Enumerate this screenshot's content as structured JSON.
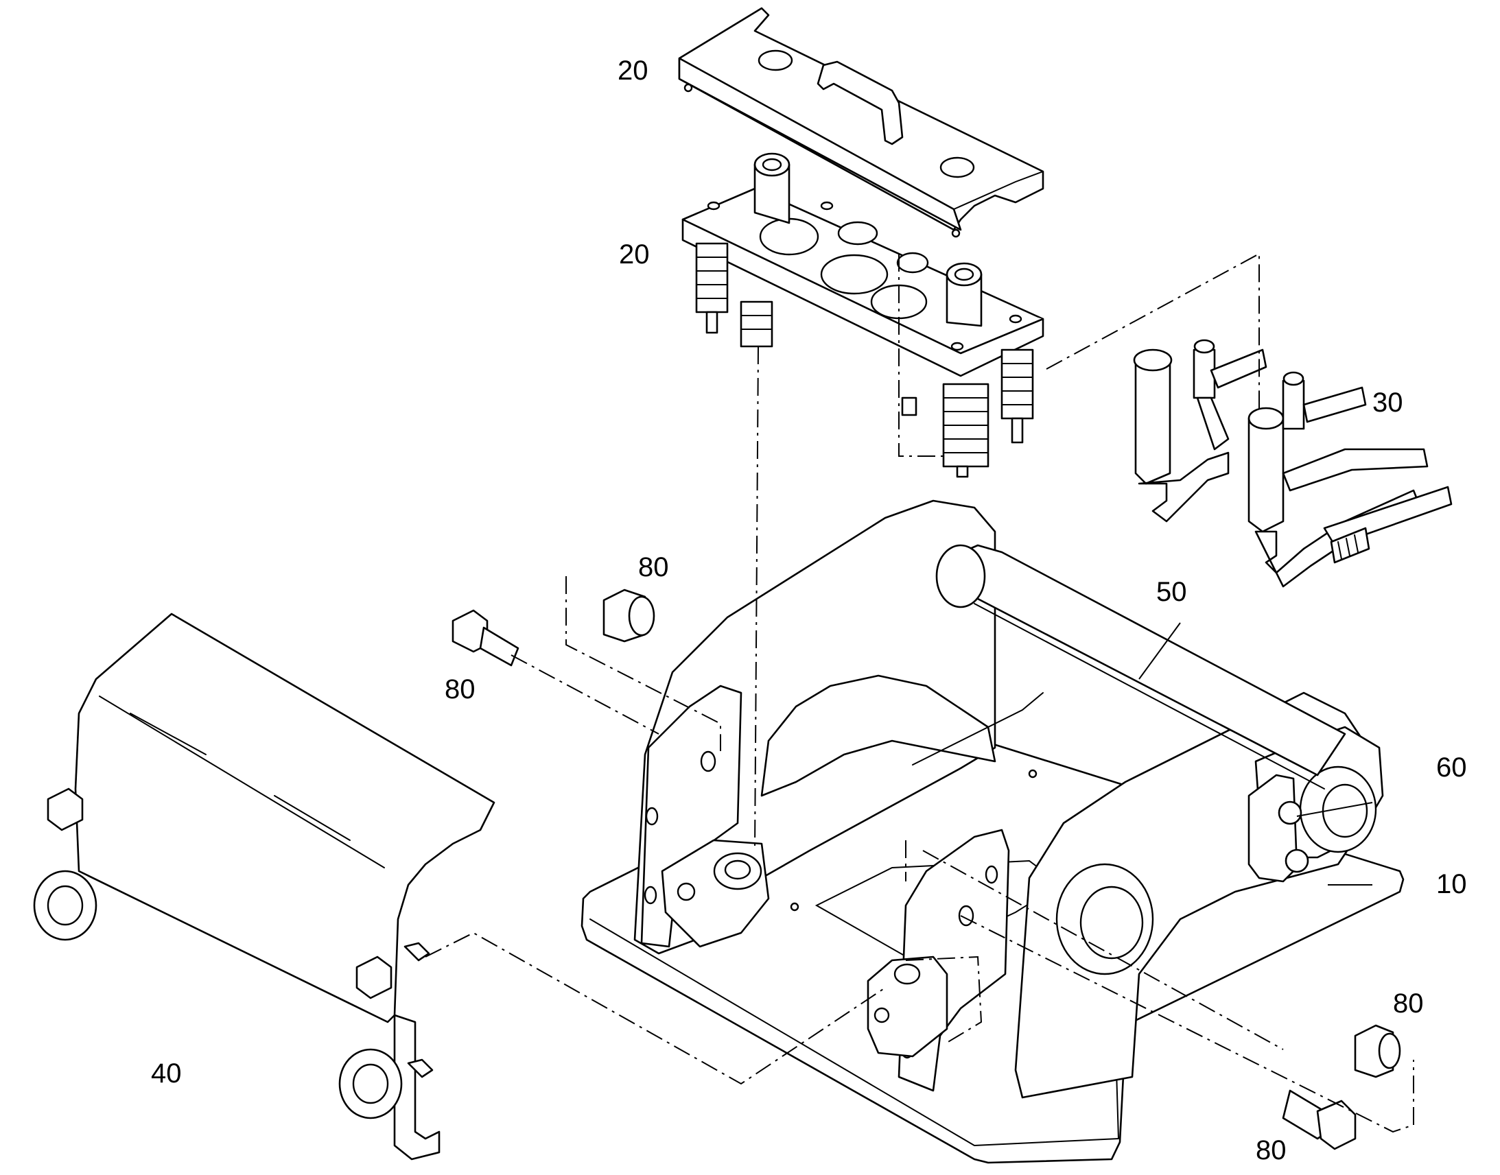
{
  "callouts": [
    {
      "id": "top-plate",
      "label": "20"
    },
    {
      "id": "coupling-plate",
      "label": "20"
    },
    {
      "id": "hose-assembly",
      "label": "30"
    },
    {
      "id": "guard-cover",
      "label": "40"
    },
    {
      "id": "shaft",
      "label": "50"
    },
    {
      "id": "lock-plate",
      "label": "60"
    },
    {
      "id": "frame",
      "label": "10"
    },
    {
      "id": "bush-upper",
      "label": "80"
    },
    {
      "id": "bolt-upper",
      "label": "80"
    },
    {
      "id": "bush-lower",
      "label": "80"
    },
    {
      "id": "bolt-lower",
      "label": "80"
    }
  ],
  "colors": {
    "ink": "#000000",
    "paper": "#ffffff"
  }
}
